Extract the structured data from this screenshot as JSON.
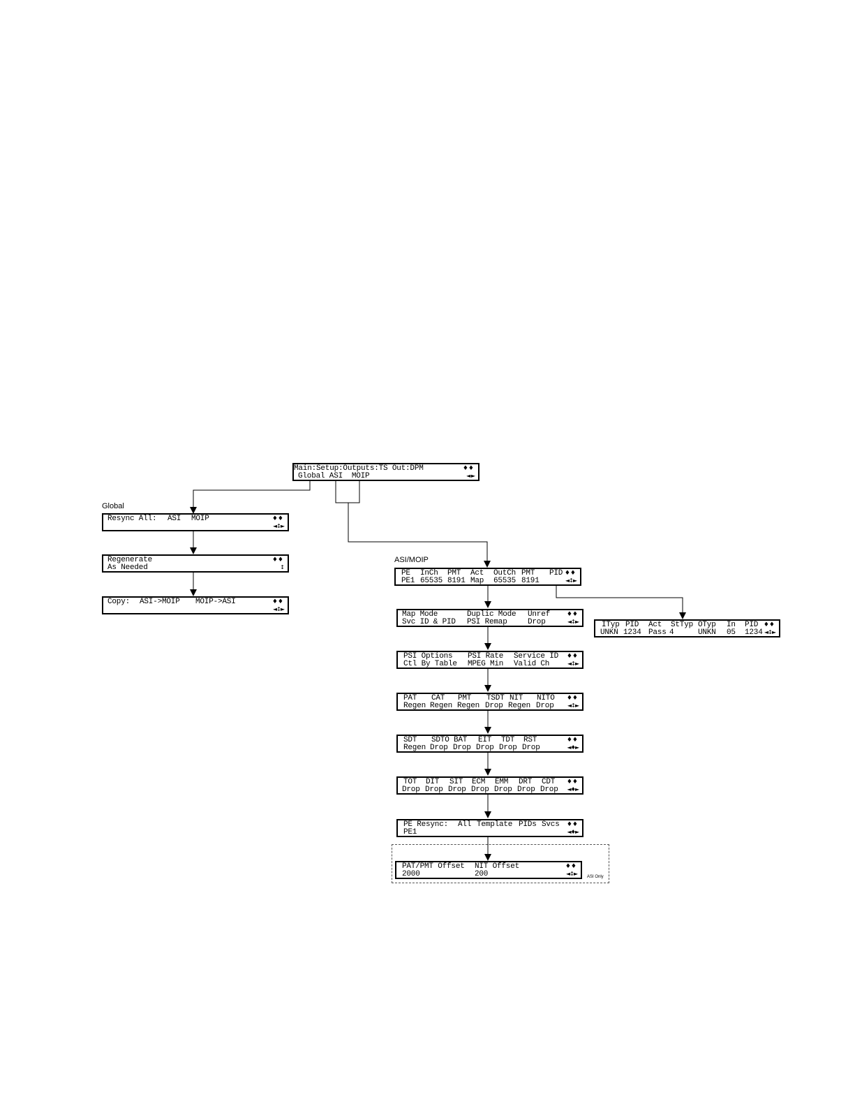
{
  "labels": {
    "global": "Global",
    "asi_moip": "ASI/MOIP",
    "asi_only": "ASI Only"
  },
  "indicators": {
    "top": "♦♦",
    "bot_lr": "◄ ►",
    "bot_lud": "◄↕►",
    "bot_ud": "↕",
    "bot_ldr": "◄♦►"
  },
  "screens": {
    "main": {
      "r1": [
        "Main:Setup:Outputs:TS Out:DPM"
      ],
      "r2": [
        "Global ASI  MOIP"
      ]
    },
    "resync": {
      "r1": [
        "Resync All:",
        "ASI",
        "MOIP"
      ]
    },
    "regen": {
      "r1": [
        "Regenerate"
      ],
      "r2": [
        "As Needed"
      ]
    },
    "copy": {
      "r1": [
        "Copy:",
        "ASI->MOIP",
        "MOIP->ASI"
      ]
    },
    "pe": {
      "r1": [
        "PE",
        "InCh",
        "PMT",
        "Act",
        "OutCh",
        "PMT",
        "PID"
      ],
      "r2": [
        "PE1",
        "65535",
        "8191",
        "Map",
        "65535",
        "8191"
      ]
    },
    "pid": {
      "r1": [
        "ITyp",
        "PID",
        "Act",
        "StTyp",
        "OTyp",
        "In",
        "PID"
      ],
      "r2": [
        "UNKN",
        "1234",
        "Pass",
        "4",
        "UNKN",
        "05",
        "1234"
      ]
    },
    "map": {
      "r1": [
        "Map Mode",
        "Duplic Mode",
        "Unref"
      ],
      "r2": [
        "Svc ID & PID",
        "PSI Remap",
        "Drop"
      ]
    },
    "psi": {
      "r1": [
        "PSI Options",
        "PSI Rate",
        "Service ID"
      ],
      "r2": [
        "Ctl By Table",
        "MPEG Min",
        "Valid Ch"
      ]
    },
    "pat": {
      "r1": [
        "PAT",
        "CAT",
        "PMT",
        "TSDT",
        "NIT",
        "NITO"
      ],
      "r2": [
        "Regen",
        "Regen",
        "Regen",
        "Drop",
        "Regen",
        "Drop"
      ]
    },
    "sdt": {
      "r1": [
        "SDT",
        "SDTO",
        "BAT",
        "EIT",
        "TDT",
        "RST"
      ],
      "r2": [
        "Regen",
        "Drop",
        "Drop",
        "Drop",
        "Drop",
        "Drop"
      ]
    },
    "tot": {
      "r1": [
        "TOT",
        "DIT",
        "SIT",
        "ECM",
        "EMM",
        "DRT",
        "CDT"
      ],
      "r2": [
        "Drop",
        "Drop",
        "Drop",
        "Drop",
        "Drop",
        "Drop",
        "Drop"
      ]
    },
    "peresync": {
      "r1": [
        "PE Resync:",
        "All",
        "Template",
        "PIDs",
        "Svcs"
      ],
      "r2": [
        "PE1"
      ]
    },
    "offset": {
      "r1": [
        "PAT/PMT Offset",
        "NIT Offset"
      ],
      "r2": [
        "2000",
        "200"
      ]
    }
  }
}
